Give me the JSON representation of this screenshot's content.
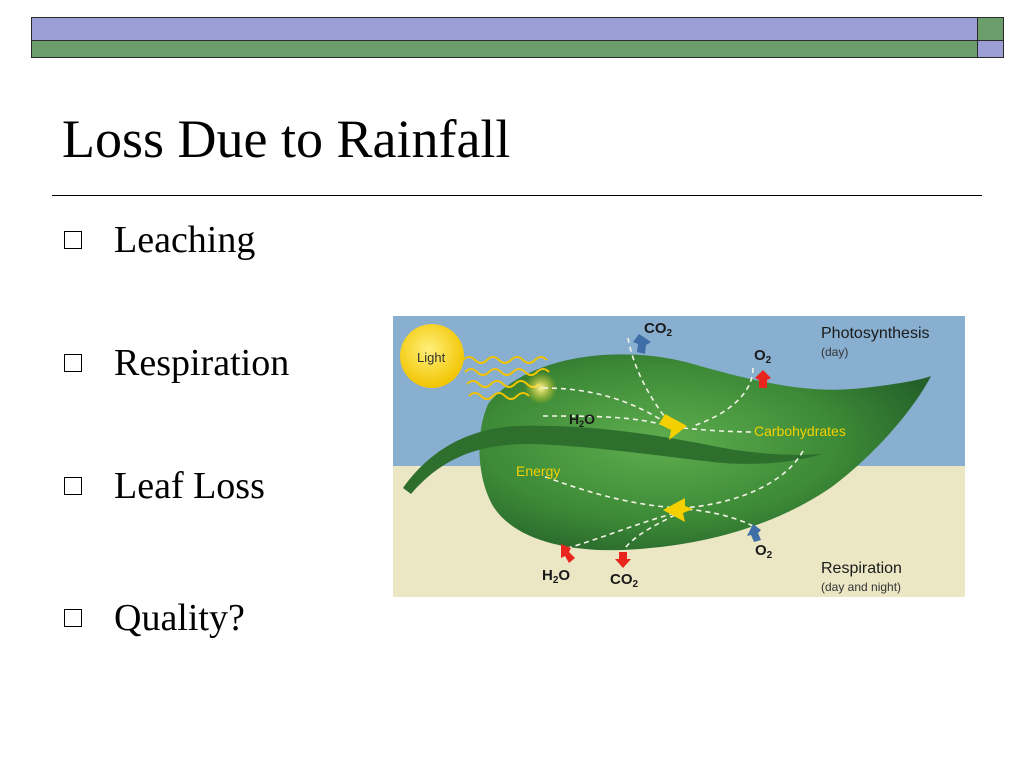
{
  "slide": {
    "title": "Loss Due to Rainfall",
    "bullets": [
      "Leaching",
      "Respiration",
      "Leaf Loss",
      "Quality?"
    ]
  },
  "diagram": {
    "light": "Light",
    "photosynthesis": "Photosynthesis",
    "photosynthesis_time": "(day)",
    "respiration": "Respiration",
    "respiration_time": "(day and night)",
    "carbohydrates": "Carbohydrates",
    "energy": "Energy",
    "co2_top": {
      "base": "CO",
      "sub": "2"
    },
    "o2_top": {
      "base": "O",
      "sub": "2"
    },
    "h2o_mid": {
      "base": "H",
      "sub": "2",
      "tail": "O"
    },
    "o2_bottom": {
      "base": "O",
      "sub": "2"
    },
    "h2o_bottom": {
      "base": "H",
      "sub": "2",
      "tail": "O"
    },
    "co2_bottom": {
      "base": "CO",
      "sub": "2"
    }
  },
  "colors": {
    "bar_purple": "#9c9ed6",
    "bar_green": "#6b9e6b",
    "sky": "#88aed0",
    "soil": "#ebe6c4",
    "leaf": "#3f8a3a",
    "sun": "#f5d000",
    "label_yellow": "#f5d000",
    "arrow_red": "#e8261e",
    "arrow_blue": "#3f6fa6"
  }
}
